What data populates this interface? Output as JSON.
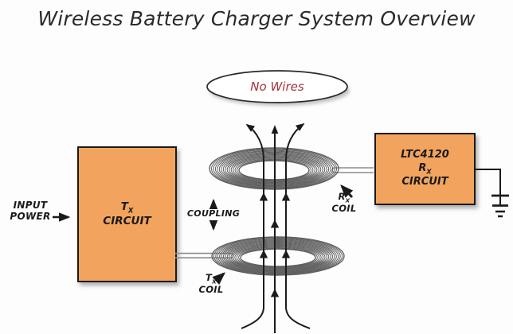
{
  "title": "Wireless Battery Charger System Overview",
  "no_wires_label": "No Wires",
  "input_power": {
    "line1": "INPUT",
    "line2": "POWER"
  },
  "tx_box": {
    "name": "T",
    "sub": "X",
    "line2": "CIRCUIT"
  },
  "rx_box": {
    "line1": "LTC4120",
    "name": "R",
    "sub": "X",
    "line3": "CIRCUIT"
  },
  "coupling_label": "COUPLING",
  "rx_coil": {
    "name": "R",
    "sub": "X",
    "line2": "COIL"
  },
  "tx_coil": {
    "name": "T",
    "sub": "X",
    "line2": "COIL"
  },
  "colors": {
    "background": "#fdfdfd",
    "box_fill": "#F2A45E",
    "outline": "#1a1a1a",
    "title_text": "#2b2b2b",
    "no_wires_text": "#A3333C",
    "coil_stroke": "#606060",
    "wire_stroke": "#8c8c8c",
    "field_line": "#1c1c1c"
  }
}
